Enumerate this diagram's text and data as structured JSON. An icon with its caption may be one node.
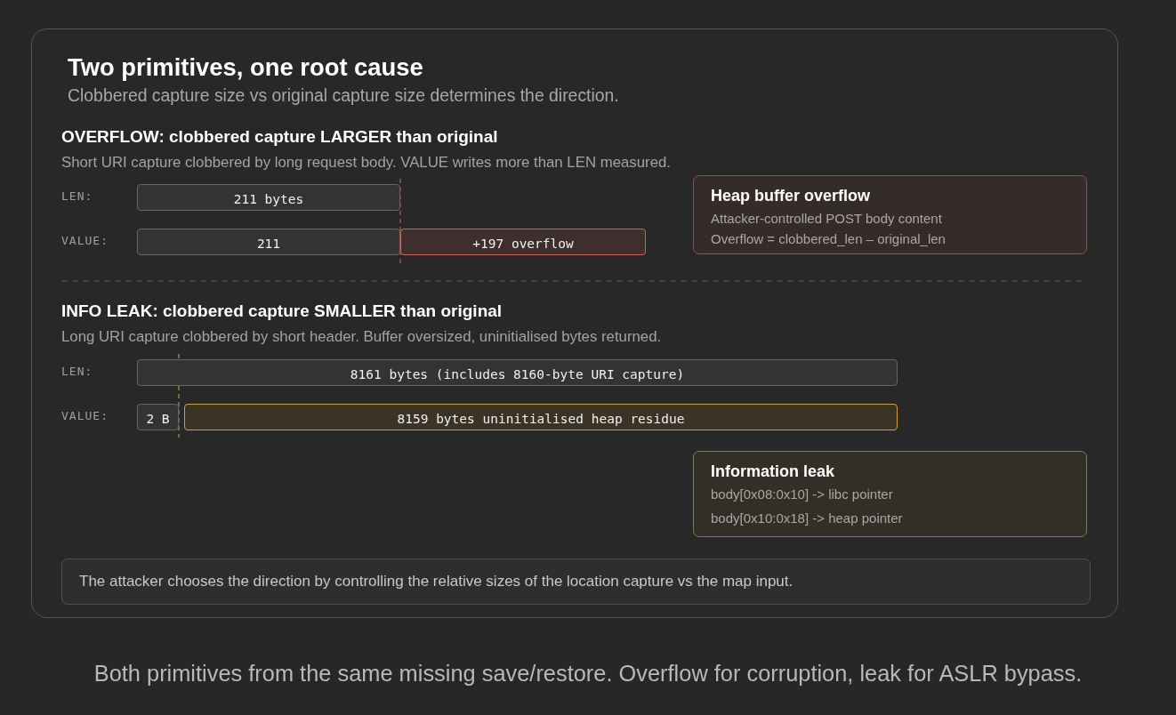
{
  "diagram": {
    "caption": "Both primitives from the same missing save/restore. Overflow for corruption, leak for ASLR bypass.",
    "nodes": [
      {
        "text": [
          "Two primitives, one root cause",
          "Clobbered capture size vs original capture size determines the direction."
        ]
      },
      {
        "text": [
          "211 bytes"
        ],
        "in": 0
      },
      {
        "text": [
          "211"
        ],
        "in": 0
      },
      {
        "text": [
          "+197 overflow"
        ],
        "in": 0
      },
      {
        "text": [
          "Heap buffer overflow",
          "Attacker-controlled POST body content",
          "Overflow = clobbered_len – original_len"
        ],
        "in": 0
      },
      {
        "text": [
          "8161 bytes (includes 8160-byte URI capture)"
        ],
        "in": 0
      },
      {
        "text": [
          "2 B"
        ],
        "in": 0
      },
      {
        "text": [
          "8159 bytes uninitialised heap residue"
        ],
        "in": 0
      },
      {
        "text": [
          "Information leak",
          "body[0x08:0x10] -> libc pointer",
          "body[0x10:0x18] -> heap pointer"
        ],
        "in": 0
      },
      {
        "text": [
          "The attacker chooses the direction by controlling the relative sizes of the location capture vs the map input."
        ],
        "in": 0
      }
    ],
    "labels": [
      "OVERFLOW: clobbered capture LARGER than original",
      "Short URI capture clobbered by long request body. VALUE writes more than LEN measured.",
      "LEN:",
      "VALUE:",
      "INFO LEAK: clobbered capture SMALLER than original",
      "Long URI capture clobbered by short header. Buffer oversized, uninitialised bytes returned.",
      "LEN:",
      "VALUE:"
    ]
  }
}
